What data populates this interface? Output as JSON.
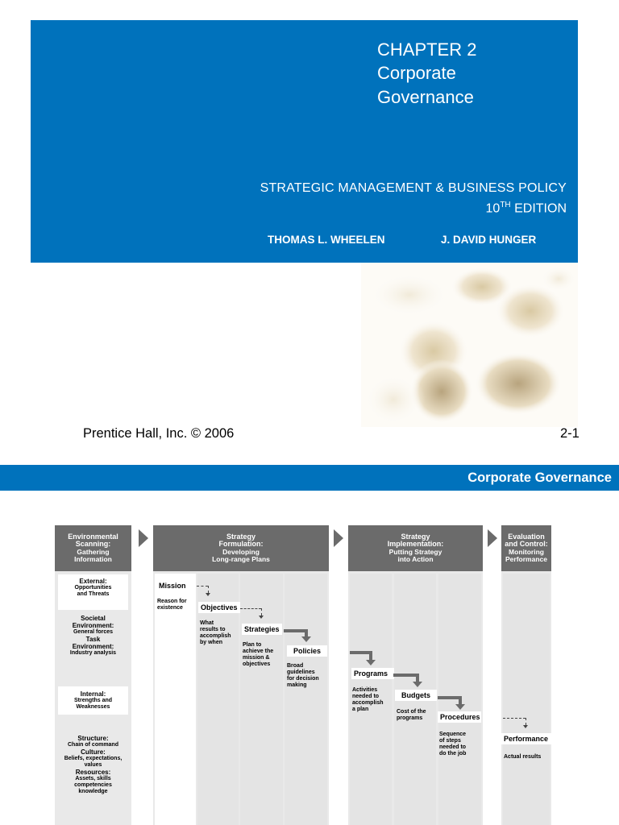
{
  "slide1": {
    "chapter_line1": "CHAPTER 2",
    "chapter_line2": "Corporate",
    "chapter_line3": "Governance",
    "book_title": "STRATEGIC MANAGEMENT & BUSINESS POLICY",
    "edition_num": "10",
    "edition_sup": "TH",
    "edition_word": " EDITION",
    "author1": "THOMAS L. WHEELEN",
    "author2": "J. DAVID HUNGER",
    "publisher": "Prentice Hall, Inc. © 2006",
    "page_number": "2-1",
    "colors": {
      "band": "#0072bc",
      "text": "#ffffff"
    }
  },
  "slide2": {
    "header_title": "Corporate Governance",
    "stages": {
      "scanning": [
        "Environmental",
        "Scanning:",
        "Gathering",
        "Information"
      ],
      "formulation": [
        "Strategy",
        "Formulation:",
        "Developing",
        "Long-range Plans"
      ],
      "implementation": [
        "Strategy",
        "Implementation:",
        "Putting Strategy",
        "into Action"
      ],
      "evaluation": [
        "Evaluation",
        "and Control:",
        "Monitoring",
        "Performance"
      ]
    },
    "external": {
      "title": [
        "External:"
      ],
      "subtitle": [
        "Opportunities",
        "and Threats"
      ],
      "societal_title": [
        "Societal",
        "Environment:"
      ],
      "societal_sub": "General forces",
      "task_title": [
        "Task",
        "Environment:"
      ],
      "task_sub": "Industry analysis"
    },
    "internal": {
      "title": "Internal:",
      "subtitle": [
        "Strengths and",
        "Weaknesses"
      ],
      "structure_title": "Structure:",
      "structure_sub": "Chain of command",
      "culture_title": "Culture:",
      "culture_sub": [
        "Beliefs, expectations,",
        "values"
      ],
      "resources_title": "Resources:",
      "resources_sub": [
        "Assets, skills",
        "competencies",
        "knowledge"
      ]
    },
    "steps": {
      "mission": {
        "label": "Mission",
        "desc": [
          "Reason for",
          "existence"
        ]
      },
      "objectives": {
        "label": "Objectives",
        "desc": [
          "What",
          "results to",
          "accomplish",
          "by when"
        ]
      },
      "strategies": {
        "label": "Strategies",
        "desc": [
          "Plan to",
          "achieve the",
          "mission &",
          "objectives"
        ]
      },
      "policies": {
        "label": "Policies",
        "desc": [
          "Broad",
          "guidelines",
          "for decision",
          "making"
        ]
      },
      "programs": {
        "label": "Programs",
        "desc": [
          "Activities",
          "needed to",
          "accomplish",
          "a plan"
        ]
      },
      "budgets": {
        "label": "Budgets",
        "desc": [
          "Cost of the",
          "programs"
        ]
      },
      "procedures": {
        "label": "Procedures",
        "desc": [
          "Sequence",
          "of steps",
          "needed to",
          "do the job"
        ]
      },
      "performance": {
        "label": "Performance",
        "desc": [
          "Actual results"
        ]
      }
    },
    "colors": {
      "header": "#0072bc",
      "stage_head": "#6b6b6b",
      "panel": "#e9e9e9"
    }
  }
}
